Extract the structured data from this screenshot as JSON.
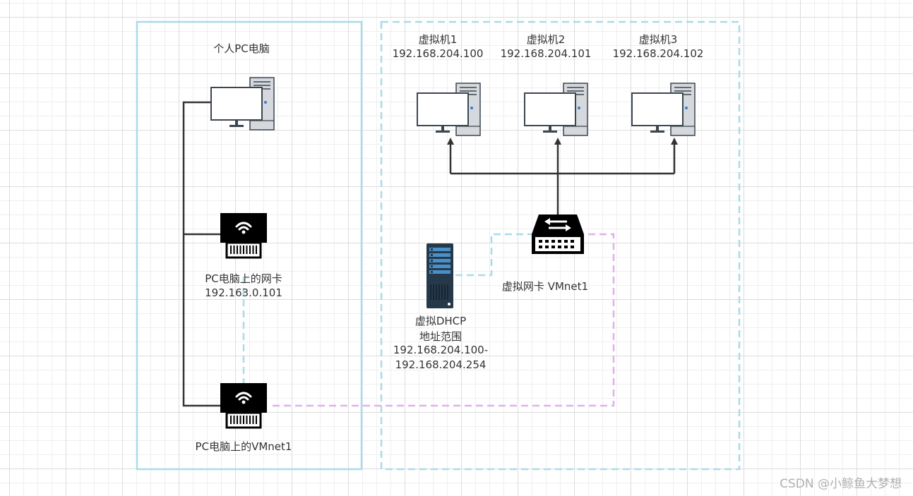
{
  "colors": {
    "pc_group_border": "#a8dce8",
    "vm_group_border": "#a8dce8",
    "wire": "#333333",
    "link_blue": "#a8dce8",
    "link_purple": "#e0b0ec"
  },
  "pc_group": {
    "title": "个人PC电脑",
    "nic": {
      "name": "PC电脑上的网卡",
      "ip": "192.163.0.101"
    },
    "vmnet_adapter": {
      "name": "PC电脑上的VMnet1"
    }
  },
  "vm_group": {
    "vms": [
      {
        "name": "虚拟机1",
        "ip": "192.168.204.100"
      },
      {
        "name": "虚拟机2",
        "ip": "192.168.204.101"
      },
      {
        "name": "虚拟机3",
        "ip": "192.168.204.102"
      }
    ],
    "switch": {
      "label": "虚拟网卡 VMnet1"
    },
    "dhcp": {
      "line1": "虚拟DHCP",
      "line2": "地址范围",
      "range_start": "192.168.204.100-",
      "range_end": "192.168.204.254"
    }
  },
  "icons": [
    "desktop-computer-icon",
    "wifi-card-icon",
    "network-switch-icon",
    "server-rack-icon"
  ],
  "watermark": "CSDN @小鲸鱼大梦想"
}
